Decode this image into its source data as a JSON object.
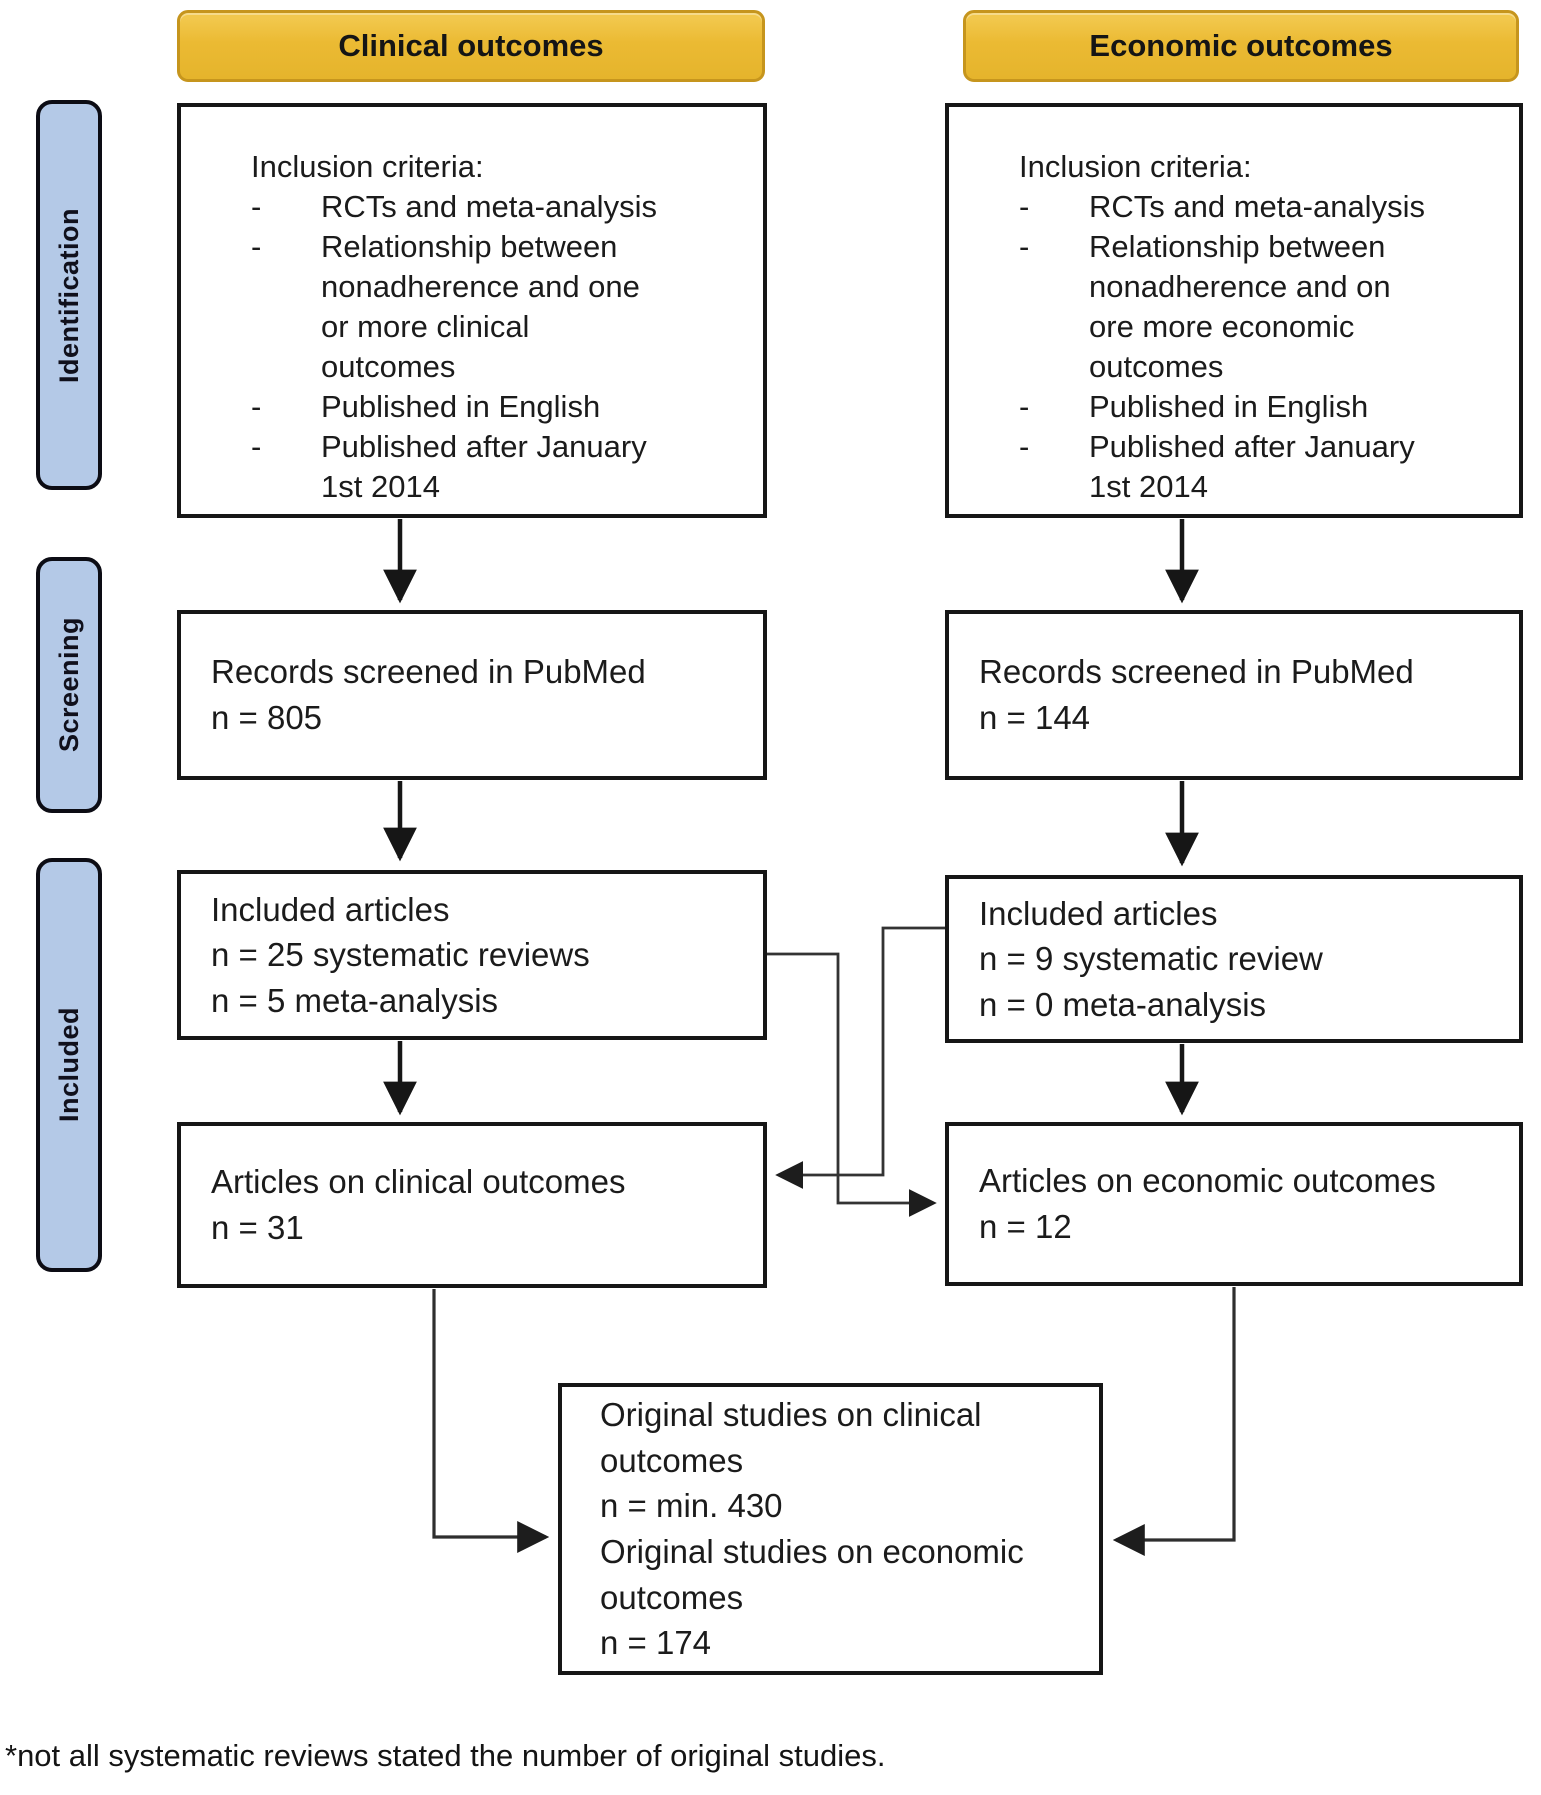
{
  "headers": {
    "clinical": "Clinical outcomes",
    "economic": "Economic outcomes"
  },
  "stage_labels": {
    "identification": "Identification",
    "screening": "Screening",
    "included": "Included"
  },
  "bullet_char": "-",
  "clinical": {
    "criteria": {
      "title": "Inclusion criteria:",
      "items": [
        {
          "text": "RCTs and meta-analysis"
        },
        {
          "text": "Relationship between\nnonadherence and one\nor more clinical\noutcomes"
        },
        {
          "text": "Published in English"
        },
        {
          "text": "Published after January\n1st 2014"
        }
      ]
    },
    "records": {
      "text": "Records screened in PubMed\nn = 805"
    },
    "included_articles": {
      "text": "Included articles\nn = 25 systematic reviews\nn = 5 meta-analysis"
    },
    "articles": {
      "text": "Articles on clinical outcomes\nn = 31"
    }
  },
  "economic": {
    "criteria": {
      "title": "Inclusion criteria:",
      "items": [
        {
          "text": "RCTs and meta-analysis"
        },
        {
          "text": "Relationship between\nnonadherence and on\nore more economic\noutcomes"
        },
        {
          "text": "Published in English"
        },
        {
          "text": "Published after January\n1st 2014"
        }
      ]
    },
    "records": {
      "text": "Records screened in PubMed\nn = 144"
    },
    "included_articles": {
      "text": "Included articles\nn = 9 systematic review\nn = 0 meta-analysis"
    },
    "articles": {
      "text": "Articles on economic outcomes\nn = 12"
    }
  },
  "final_box": {
    "text": "Original studies on clinical\noutcomes\nn = min. 430\nOriginal studies on economic\noutcomes\nn = 174"
  },
  "footnote": "*not all systematic reviews stated the number of original studies.",
  "colors": {
    "header_fill": "#ebba33",
    "header_border": "#c6951d",
    "stage_fill": "#b4c9e7",
    "box_border": "#161616"
  }
}
